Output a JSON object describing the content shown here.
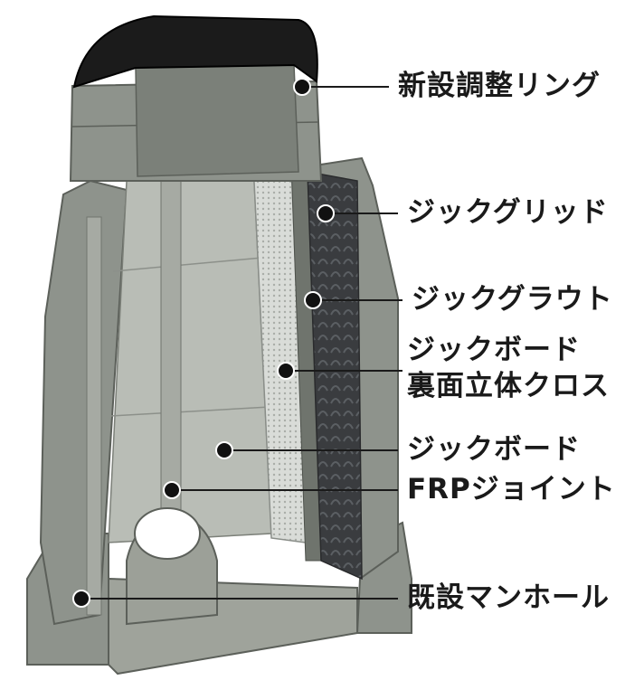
{
  "diagram": {
    "colors": {
      "concrete": "#8e938c",
      "concrete_dark": "#6f746d",
      "concrete_light": "#aeb2aa",
      "board": "#b9bdb6",
      "cap": "#1b1b1b",
      "grout": "#3a3c3f",
      "cross_fabric": "#d9dcd8",
      "leader": "#1a1a1a",
      "dot": "#111111"
    },
    "labels": {
      "new_adjust_ring": "新設調整リング",
      "jig_grid": "ジックグリッド",
      "jig_grout": "ジックグラウト",
      "jig_board_cross_line1": "ジックボード",
      "jig_board_cross_line2": "裏面立体クロス",
      "jig_board": "ジックボード",
      "frp_joint": "FRPジョイント",
      "existing_manhole": "既設マンホール"
    }
  }
}
